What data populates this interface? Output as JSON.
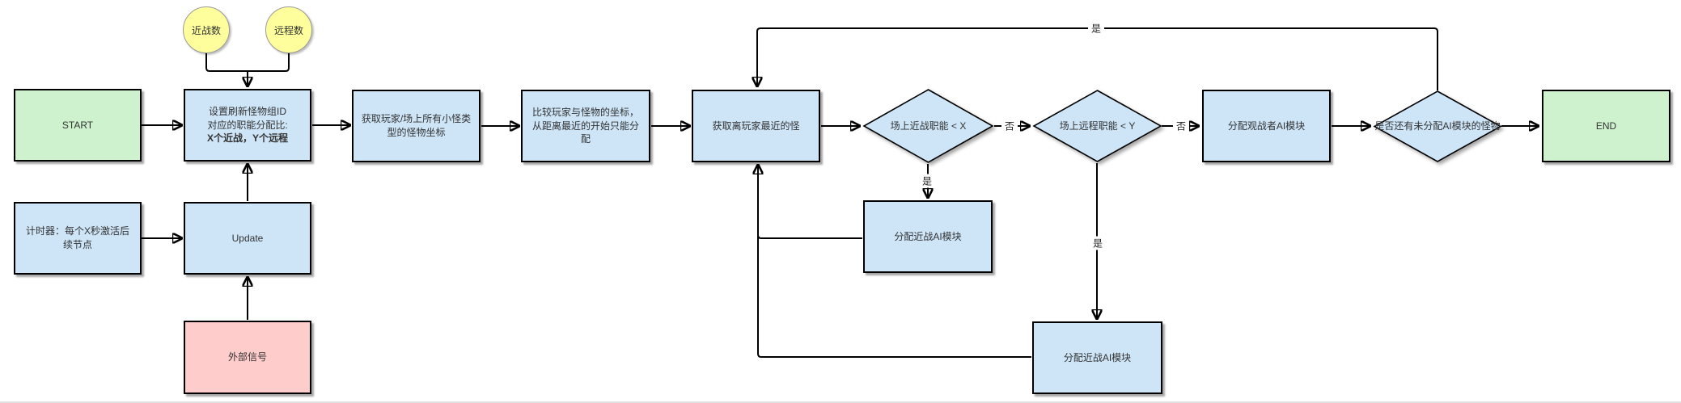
{
  "diagram": {
    "nodes": {
      "start": {
        "label": "START"
      },
      "melee_count": {
        "label": "近战数"
      },
      "ranged_count": {
        "label": "远程数"
      },
      "setup": {
        "text": "设置刷新怪物组ID\n对应的职能分配比:",
        "bold_text": "X个近战，Y个远程"
      },
      "timer": {
        "label": "计时器：每个X秒激活后续节点"
      },
      "update": {
        "label": "Update"
      },
      "external_signal": {
        "label": "外部信号"
      },
      "get_coords": {
        "label": "获取玩家/场上所有小怪类型的怪物坐标"
      },
      "compare_coords": {
        "label": "比较玩家与怪物的坐标，从距离最近的开始只能分配"
      },
      "get_nearest": {
        "label": "获取离玩家最近的怪"
      },
      "melee_check": {
        "label": "场上近战职能 < X"
      },
      "ranged_check": {
        "label": "场上远程职能 < Y"
      },
      "assign_spectator": {
        "label": "分配观战者AI模块"
      },
      "remaining_check": {
        "label": "是否还有未分配AI模块的怪物"
      },
      "end": {
        "label": "END"
      },
      "assign_melee_1": {
        "label": "分配近战AI模块"
      },
      "assign_melee_2": {
        "label": "分配近战AI模块"
      }
    },
    "edge_labels": {
      "yes": "是",
      "no": "否"
    },
    "colors": {
      "terminal_fill": "#cdf2cd",
      "process_fill": "#cde5f7",
      "decision_fill": "#cde5f7",
      "signal_fill": "#ffcccc",
      "input_fill": "#feff9c",
      "stroke": "#000000",
      "text": "#333333"
    }
  }
}
